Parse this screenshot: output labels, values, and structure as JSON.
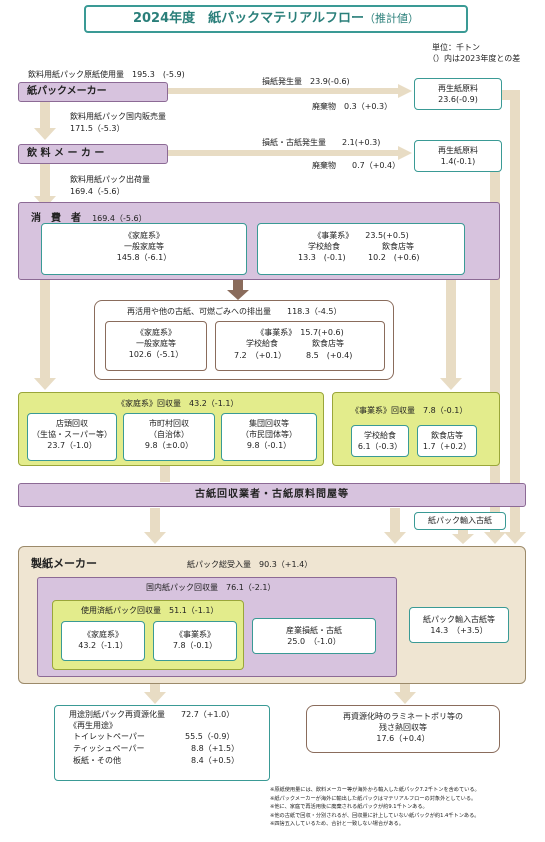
{
  "title": "2024年度　紙パックマテリアルフロー",
  "title_suffix": "（推計値）",
  "unit": {
    "line1": "単位：千トン",
    "line2": "（）内は2023年度との差"
  },
  "maker": {
    "input_label": "飲料用紙パック原紙使用量　195.3　(-5.9)",
    "name": "紙パックメーカー",
    "waste_paper": "損紙発生量　23.9(-0.6)",
    "waste": "廃棄物　0.3（+0.3）",
    "recycled_box": {
      "line1": "再生紙原料",
      "line2": "23.6(-0.9)"
    },
    "domestic_sales_line1": "飲料用紙パック国内販売量",
    "domestic_sales_line2": "171.5（-5.3）"
  },
  "beverage": {
    "name": "飲 料 メ ー カ ー",
    "waste_paper": "損紙・古紙発生量　　2.1(+0.3)",
    "waste": "廃棄物　　0.7（+0.4）",
    "recycled_box": {
      "line1": "再生紙原料",
      "line2": "1.4(-0.1)"
    },
    "shipment_line1": "飲料用紙パック出荷量",
    "shipment_line2": "169.4（-5.6）"
  },
  "consumer": {
    "name": "消　費　者",
    "value": "169.4（-5.6）",
    "household": {
      "line1": "《家庭系》",
      "line2": "一般家庭等",
      "line3": "145.8（-6.1）"
    },
    "business": {
      "line1": "《事業系》　　23.5(+0.5)",
      "line2a": "学校給食",
      "line2b": "飲食店等",
      "line3a": "13.3　(-0.1)",
      "line3b": "10.2　(+0.6)"
    }
  },
  "disposal": {
    "header": "再活用や他の古紙、可燃ごみへの排出量　　118.3（-4.5）",
    "household": {
      "line1": "《家庭系》",
      "line2": "一般家庭等",
      "line3": "102.6（-5.1）"
    },
    "business": {
      "line1": "《事業系》　15.7(+0.6)",
      "line2a": "学校給食",
      "line2b": "飲食店等",
      "line3a": "7.2　（+0.1）",
      "line3b": "8.5　(+0.4)"
    }
  },
  "collection_household": {
    "header": "《家庭系》回収量　43.2（-1.1）",
    "items": [
      {
        "line1": "店頭回収",
        "line2": "（生協・スーパー等）",
        "line3": "23.7（-1.0）"
      },
      {
        "line1": "市町村回収",
        "line2": "（自治体）",
        "line3": "9.8（±0.0）"
      },
      {
        "line1": "集団回収等",
        "line2": "（市民団体等）",
        "line3": "9.8（-0.1）"
      }
    ]
  },
  "collection_business": {
    "header": "《事業系》回収量　7.8（-0.1）",
    "items": [
      {
        "line1": "学校給食",
        "line2": "6.1（-0.3）"
      },
      {
        "line1": "飲食店等",
        "line2": "1.7（+0.2）"
      }
    ]
  },
  "dealers": {
    "name": "古紙回収業者・古紙原料問屋等"
  },
  "import_label": "紙パック輸入古紙",
  "paper_maker": {
    "name": "製紙メーカー",
    "total": "紙パック総受入量　90.3（+1.4）",
    "domestic": "国内紙パック回収量　76.1（-2.1）",
    "used": "使用済紙パック回収量　51.1（-1.1）",
    "used_household": {
      "line1": "《家庭系》",
      "line2": "43.2（-1.1）"
    },
    "used_business": {
      "line1": "《事業系》",
      "line2": "7.8（-0.1）"
    },
    "industrial": {
      "line1": "産業損紙・古紙",
      "line2": "25.0　（-1.0）"
    },
    "imported": {
      "line1": "紙パック輸入古紙等",
      "line2": "14.3　（+3.5）"
    }
  },
  "reuse": {
    "header": "用途別紙パック再資源化量　　72.7（+1.0）",
    "sub": "《再生用途》",
    "rows": [
      {
        "name": "トイレットペーパー",
        "value": "55.5（-0.9）"
      },
      {
        "name": "ティッシュペーパー",
        "value": "8.8（+1.5）"
      },
      {
        "name": "板紙・その他",
        "value": "8.4（+0.5）"
      }
    ]
  },
  "thermal": {
    "line1": "再資源化時のラミネートポリ等の",
    "line2": "残さ熱回収等",
    "line3": "17.6（+0.4）"
  },
  "notes": [
    "※原紙使用量には、飲料メーカー等が海外から輸入した紙パック7.2千トンを含めている。",
    "※紙パックメーカーが海外に輸出した紙パックはマテリアルフローの対象外としている。",
    "※他に、家庭で再活用後に廃棄される紙パックが約9.1千トンある。",
    "※他の古紙で回収・分別されるが、回収量に計上していない紙パックが約1.4千トンある。",
    "※四捨五入しているため、合計と一致しない場合がある。"
  ]
}
